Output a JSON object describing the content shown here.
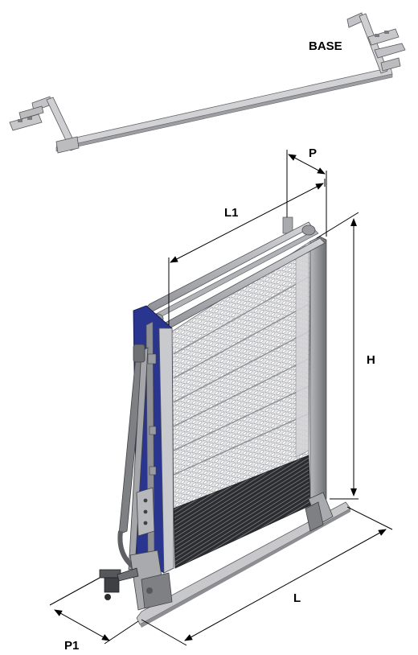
{
  "labels": {
    "base": "BASE",
    "p": "P",
    "l1": "L1",
    "h": "H",
    "l": "L",
    "p1": "P1"
  },
  "colors": {
    "frame_gray": "#9a9ca0",
    "frame_dark": "#5e6064",
    "side_blue": "#2a3590",
    "mesh_light": "#e4e4e6",
    "mesh_dark": "#8a8c90",
    "shutter_dark": "#26282b",
    "base_gray": "#c9c9cc",
    "dimension_line": "#000000"
  }
}
